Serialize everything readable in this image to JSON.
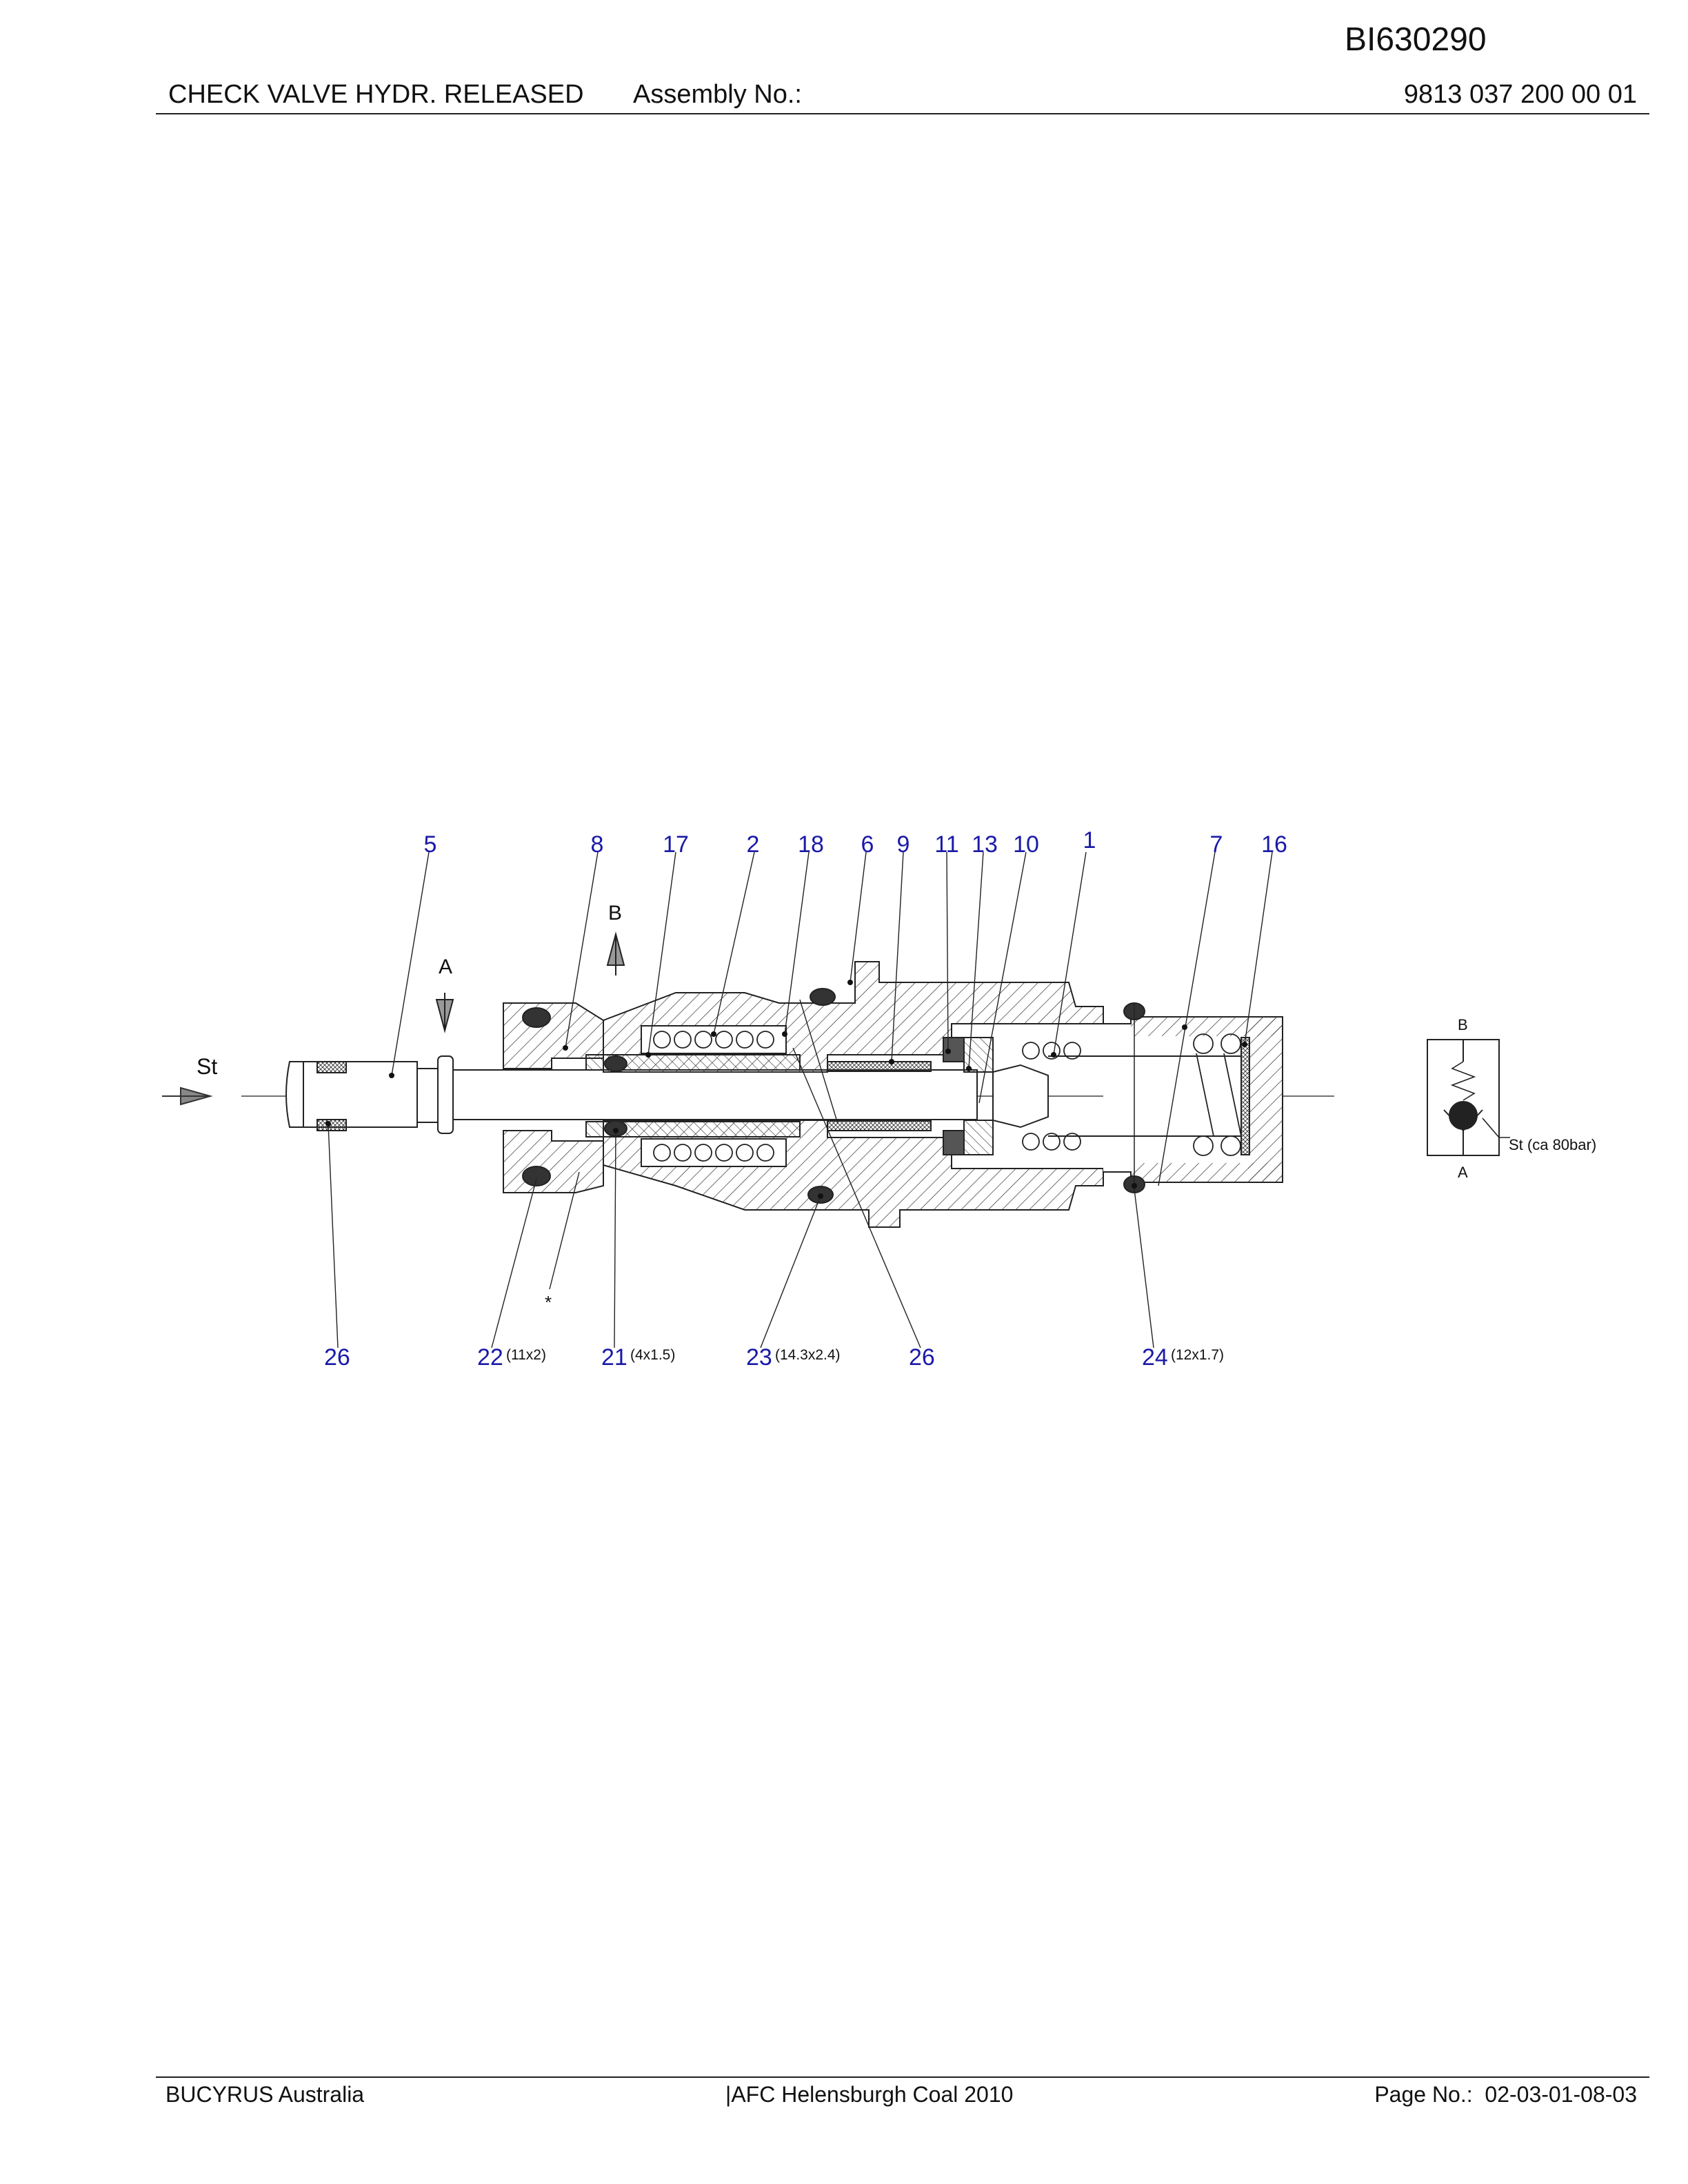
{
  "header": {
    "doc_id": "BI630290",
    "title": "CHECK VALVE HYDR. RELEASED",
    "assembly_label": "Assembly No.:",
    "assembly_no": "9813 037 200 00 01"
  },
  "drawing": {
    "port_labels": {
      "st": "St",
      "a": "A",
      "b": "B",
      "star": "*"
    },
    "part_numbers_top": [
      "5",
      "8",
      "17",
      "2",
      "18",
      "6",
      "9",
      "11",
      "13",
      "10",
      "1",
      "7",
      "16"
    ],
    "part_numbers_bottom": [
      {
        "num": "26",
        "size": ""
      },
      {
        "num": "22",
        "size": "(11x2)"
      },
      {
        "num": "21",
        "size": "(4x1.5)"
      },
      {
        "num": "23",
        "size": "(14.3x2.4)"
      },
      {
        "num": "26",
        "size": ""
      },
      {
        "num": "24",
        "size": "(12x1.7)"
      }
    ],
    "symbol": {
      "b": "B",
      "a": "A",
      "st": "St (ca 80bar)"
    }
  },
  "colors": {
    "part_number": "#1a1aa8",
    "line": "#222222"
  },
  "footer": {
    "company": "BUCYRUS Australia",
    "project": "|AFC Helensburgh Coal 2010",
    "page_label": "Page No.:",
    "page_no": "02-03-01-08-03"
  }
}
